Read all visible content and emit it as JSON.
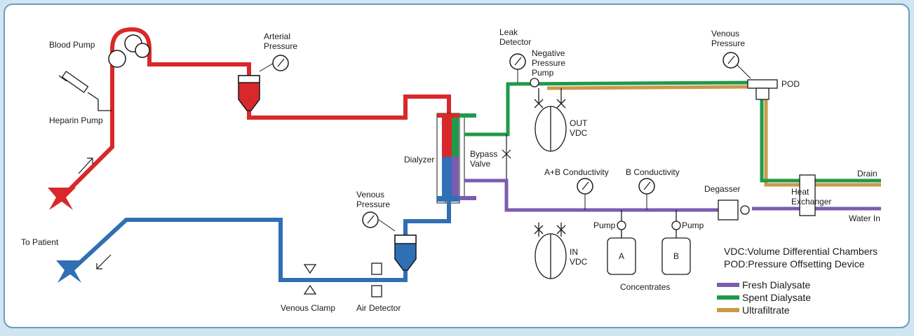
{
  "labels": {
    "blood_pump": "Blood Pump",
    "heparin_pump": "Heparin Pump",
    "arterial_pressure_1": "Arterial",
    "arterial_pressure_2": "Pressure",
    "dialyzer": "Dialyzer",
    "bypass_valve_1": "Bypass",
    "bypass_valve_2": "Valve",
    "leak_detector_1": "Leak",
    "leak_detector_2": "Detector",
    "neg_pressure_1": "Negative",
    "neg_pressure_2": "Pressure",
    "neg_pressure_3": "Pump",
    "out_vdc_1": "OUT",
    "out_vdc_2": "VDC",
    "in_vdc_1": "IN",
    "in_vdc_2": "VDC",
    "venous_pressure_top_1": "Venous",
    "venous_pressure_top_2": "Pressure",
    "pod": "POD",
    "drain": "Drain",
    "heat_exchanger_1": "Heat",
    "heat_exchanger_2": "Exchanger",
    "water_in": "Water In",
    "degasser": "Degasser",
    "ab_conductivity": "A+B Conductivity",
    "b_conductivity": "B Conductivity",
    "pump_a": "Pump",
    "pump_b": "Pump",
    "conc_a": "A",
    "conc_b": "B",
    "concentrates": "Concentrates",
    "venous_pressure_low_1": "Venous",
    "venous_pressure_low_2": "Pressure",
    "to_patient": "To Patient",
    "venous_clamp": "Venous Clamp",
    "air_detector": "Air Detector"
  },
  "notes": {
    "vdc": "VDC:Volume Differential Chambers",
    "pod": "POD:Pressure Offsetting Device"
  },
  "legend": [
    {
      "label": "Fresh Dialysate",
      "color": "#7b5cb0"
    },
    {
      "label": "Spent Dialysate",
      "color": "#1f9a4a"
    },
    {
      "label": "Ultrafiltrate",
      "color": "#c99a4a"
    }
  ],
  "colors": {
    "arterial_blood": "#d8282a",
    "venous_blood": "#2f6fb5",
    "fresh": "#7b5cb0",
    "spent": "#1f9a4a",
    "ultrafiltrate": "#c99a4a",
    "panel": "#ffffff",
    "background": "#cfe6f2"
  }
}
